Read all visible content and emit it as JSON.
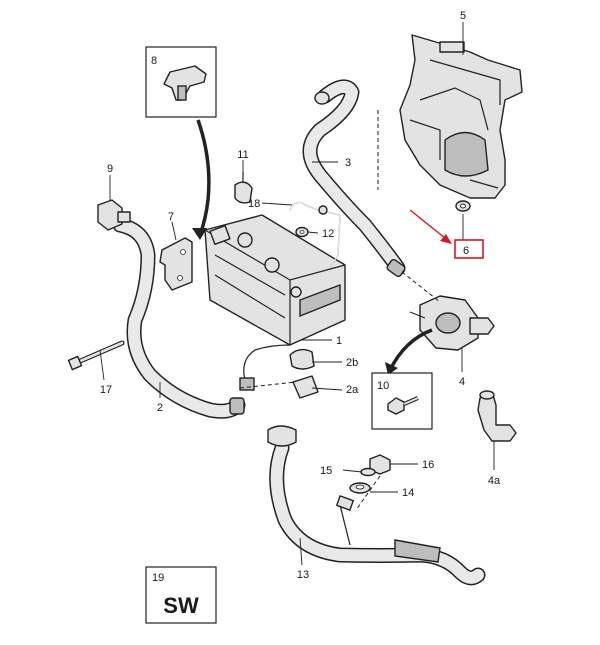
{
  "callouts": {
    "c1": "1",
    "c2": "2",
    "c2a": "2a",
    "c2b": "2b",
    "c3": "3",
    "c4": "4",
    "c4a": "4a",
    "c5": "5",
    "c6": "6",
    "c7": "7",
    "c8": "8",
    "c9": "9",
    "c10": "10",
    "c11": "11",
    "c12": "12",
    "c13": "13",
    "c14": "14",
    "c15": "15",
    "c16": "16",
    "c17": "17",
    "c18": "18",
    "c19": "19"
  },
  "badge": {
    "text": "SW"
  },
  "colors": {
    "highlight": "#e0141e",
    "line": "#222222",
    "fill": "#e3e3e3"
  }
}
